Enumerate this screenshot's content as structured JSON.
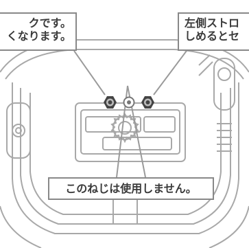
{
  "callouts": {
    "left": {
      "line1": "クです。",
      "line2": "くなります。"
    },
    "right": {
      "line1": "左側ストロ",
      "line2": "しめるとセ"
    },
    "bottom": {
      "text": "このねじは使用しません。"
    }
  },
  "colors": {
    "line": "#9a9a9a",
    "callout_border": "#888888",
    "screw_outer": "#444444",
    "screw_inner": "#bdbdbd",
    "text": "#3a3a3a"
  },
  "icons": [
    "hex-screw-icon",
    "small-screw-icon"
  ]
}
